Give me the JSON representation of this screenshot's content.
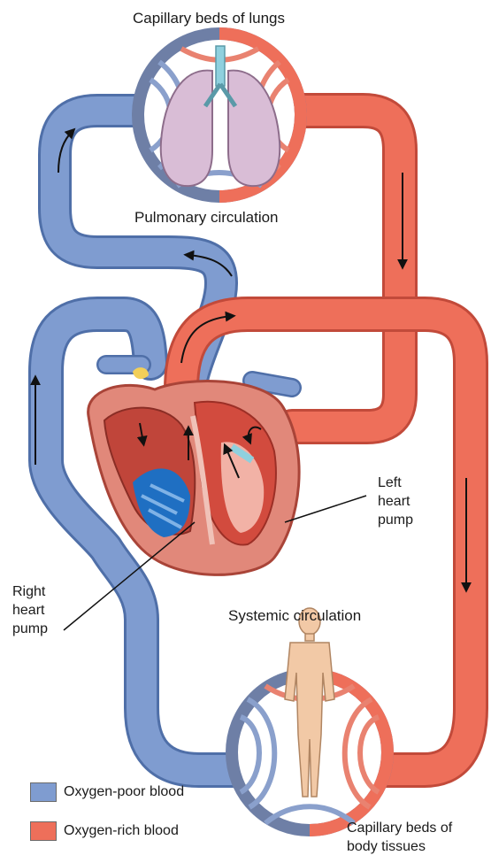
{
  "labels": {
    "capillary_lungs": "Capillary beds of lungs",
    "pulmonary": "Pulmonary circulation",
    "left_pump": [
      "Left",
      "heart",
      "pump"
    ],
    "right_pump": [
      "Right",
      "heart",
      "pump"
    ],
    "systemic": "Systemic circulation",
    "capillary_body": [
      "Capillary beds of",
      "body tissues"
    ]
  },
  "legend": [
    {
      "label": "Oxygen-poor blood",
      "color": "#7f9cd0"
    },
    {
      "label": "Oxygen-rich blood",
      "color": "#ee6f5a"
    }
  ],
  "colors": {
    "oxygen_poor": "#7f9cd0",
    "oxygen_poor_dark": "#4f6fa8",
    "oxygen_rich": "#ee6f5a",
    "oxygen_rich_dark": "#c24a3a"
  }
}
